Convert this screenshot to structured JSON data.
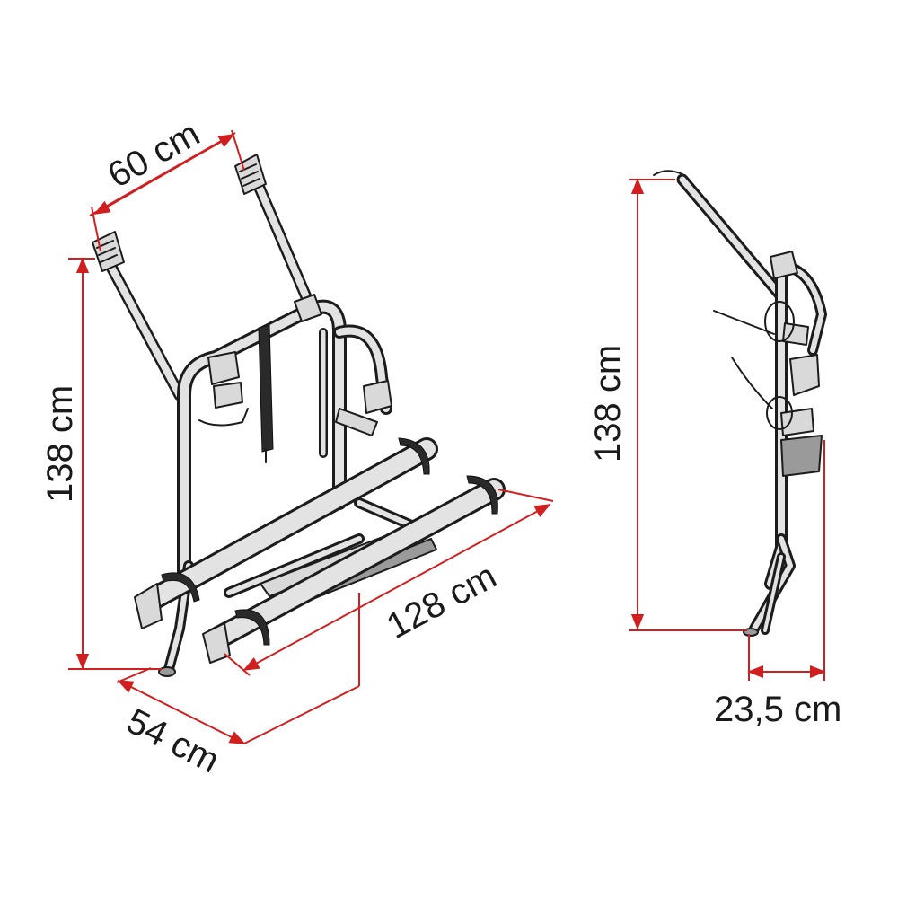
{
  "dimensions": {
    "front_top_width": "60 cm",
    "front_height": "138 cm",
    "front_rail_length": "128 cm",
    "front_depth": "54 cm",
    "side_height": "138 cm",
    "side_depth": "23,5 cm"
  },
  "colors": {
    "dimension_line": "#d11f1f",
    "outline": "#1c1c1c",
    "tube_fill": "#e3e3e3",
    "text": "#1a1a1a"
  }
}
